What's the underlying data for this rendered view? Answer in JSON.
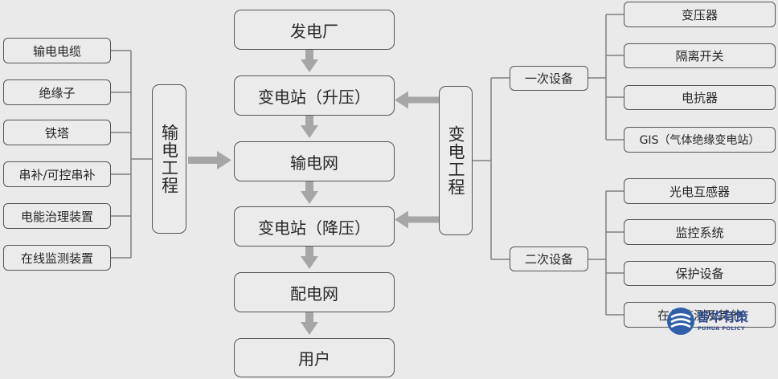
{
  "chain": {
    "power_plant": "发电厂",
    "step_up_substation": "变电站（升压）",
    "transmission_grid": "输电网",
    "step_down_substation": "变电站（降压）",
    "distribution_grid": "配电网",
    "user": "用户"
  },
  "transmission_engineering": {
    "title": "输电工程",
    "items": [
      "输电电缆",
      "绝缘子",
      "铁塔",
      "串补/可控串补",
      "电能治理装置",
      "在线监测装置"
    ]
  },
  "substation_engineering": {
    "title": "变电工程",
    "primary_equipment": {
      "label": "一次设备",
      "items": [
        "变压器",
        "隔离开关",
        "电抗器",
        "GIS（气体绝缘变电站）"
      ]
    },
    "secondary_equipment": {
      "label": "二次设备",
      "items": [
        "光电互感器",
        "监控系统",
        "保护设备",
        "在线监测及其他"
      ]
    }
  },
  "watermark": {
    "brand": "普华有策",
    "subtitle": "PUHUA POLICY"
  },
  "colors": {
    "background": "#eaeaea",
    "box_border": "#555555",
    "arrow": "#a6a6a6",
    "connector": "#7f7f7f",
    "watermark": "#2f4d8f"
  }
}
